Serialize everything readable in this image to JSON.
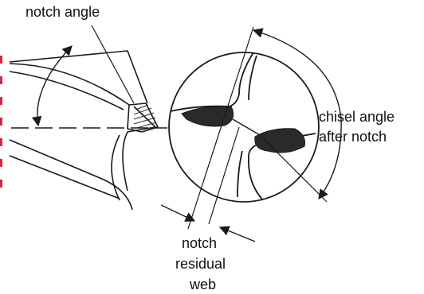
{
  "labels": {
    "notch_angle": "notch angle",
    "chisel_angle_line1": "chisel angle",
    "chisel_angle_line2": "after notch",
    "residual_web_line1": "notch",
    "residual_web_line2": "residual",
    "residual_web_line3": "web"
  },
  "colors": {
    "line": "#1a1a1a",
    "hatch": "#333333",
    "accent_dashes": "#d9233c"
  }
}
